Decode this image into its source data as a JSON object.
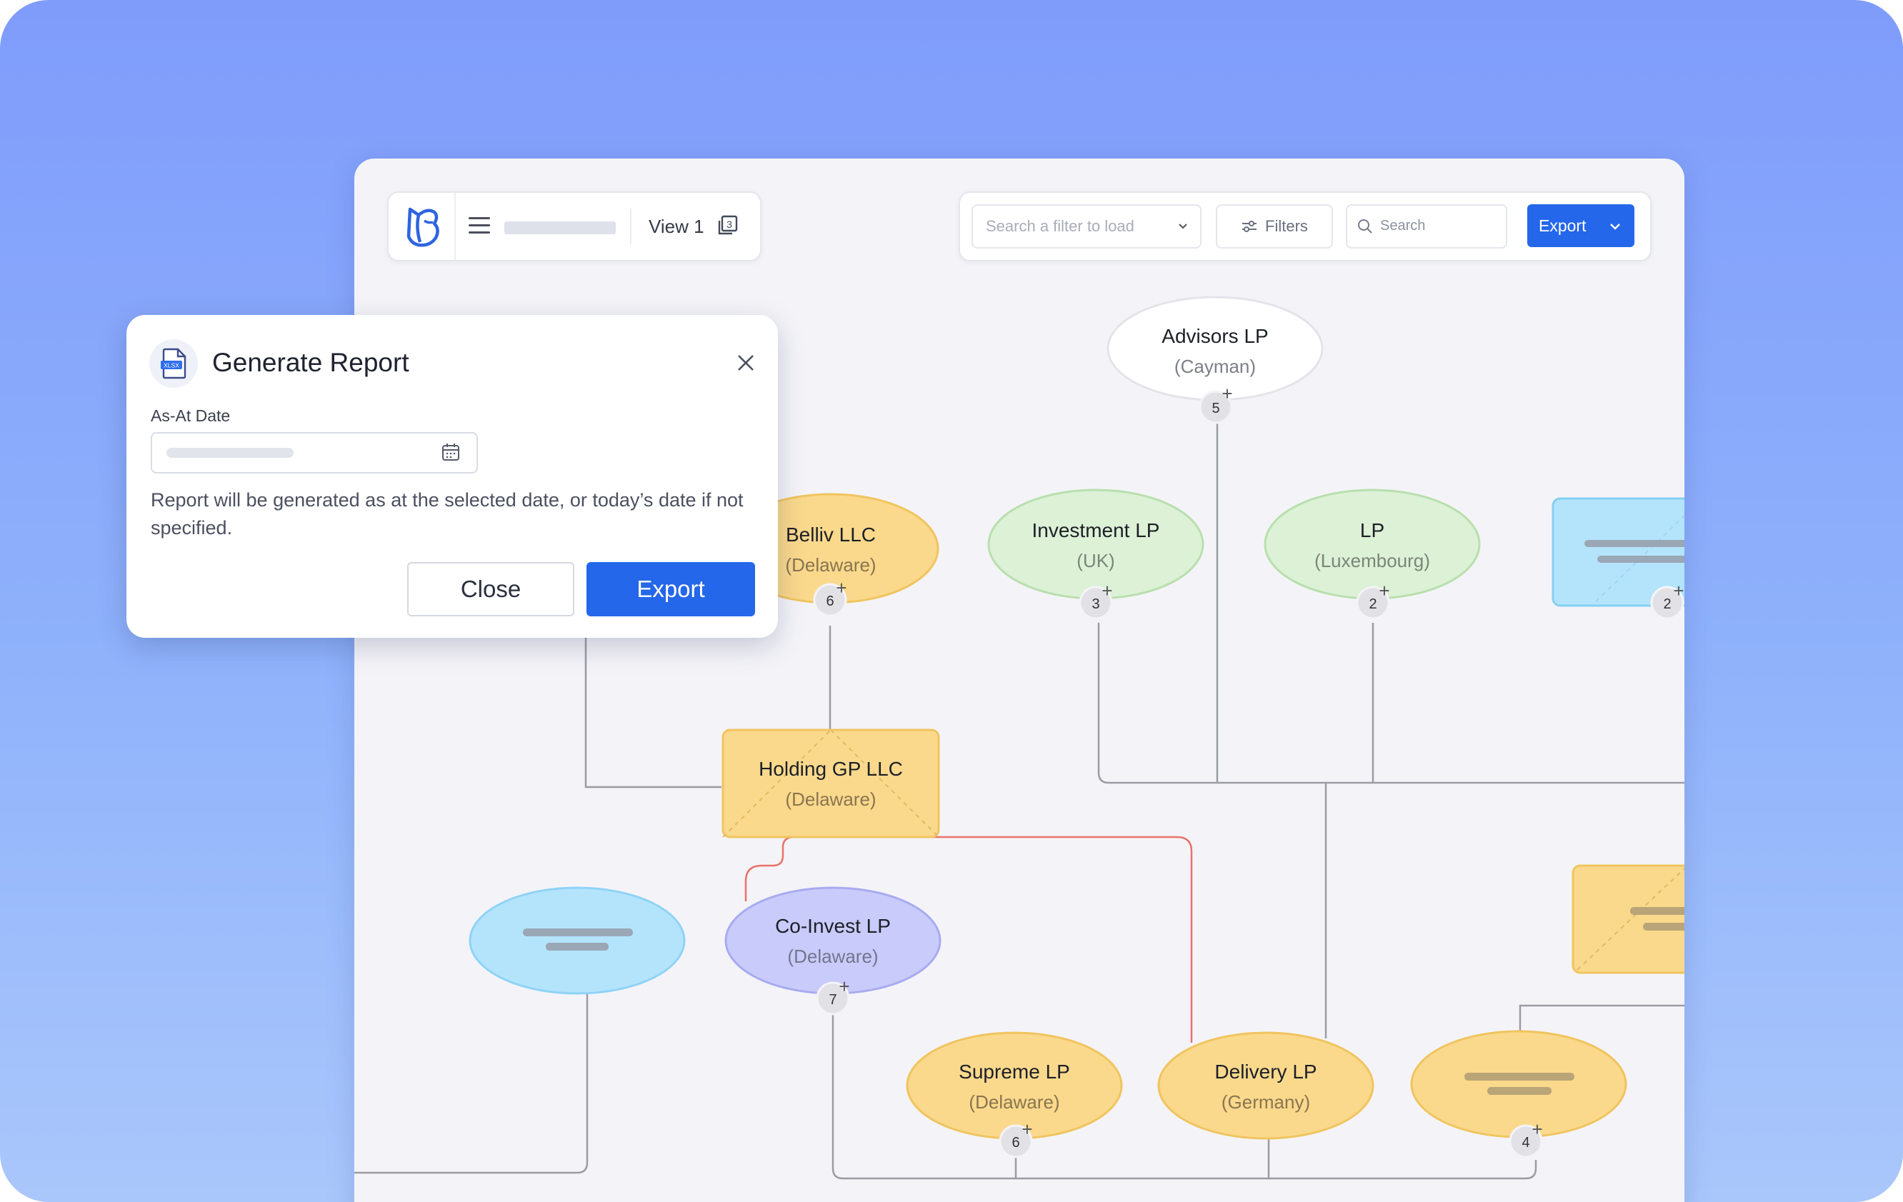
{
  "toolbar": {
    "view_label": "View 1",
    "filter_select_placeholder": "Search a filter to load",
    "filters_label": "Filters",
    "search_placeholder": "Search",
    "export_label": "Export"
  },
  "dialog": {
    "title": "Generate Report",
    "file_badge": "XLSX",
    "date_label": "As-At Date",
    "description": "Report will be generated as at the selected date, or today’s date if not specified.",
    "close_label": "Close",
    "export_label": "Export"
  },
  "colors": {
    "brand_blue": "#2567ea",
    "node_orange": "#fad98c",
    "node_green": "#dcf1d6",
    "node_purple": "#c9cbfa",
    "node_blue": "#b4e4fc",
    "node_white": "#ffffff",
    "link_red": "#e8736a",
    "link_gray": "#9b9ca3"
  },
  "nodes": [
    {
      "id": "advisors",
      "name": "Advisors LP",
      "jurisdiction": "(Cayman)",
      "count": "5",
      "shape": "ellipse",
      "color": "white"
    },
    {
      "id": "belliv",
      "name": "Belliv LLC",
      "jurisdiction": "(Delaware)",
      "count": "6",
      "shape": "ellipse",
      "color": "orange"
    },
    {
      "id": "investment",
      "name": "Investment LP",
      "jurisdiction": "(UK)",
      "count": "3",
      "shape": "ellipse",
      "color": "green"
    },
    {
      "id": "lp",
      "name": "LP",
      "jurisdiction": "(Luxembourg)",
      "count": "2",
      "shape": "ellipse",
      "color": "green"
    },
    {
      "id": "holding",
      "name": "Holding GP LLC",
      "jurisdiction": "(Delaware)",
      "count": "",
      "shape": "rect",
      "color": "orange"
    },
    {
      "id": "coinvest",
      "name": "Co-Invest LP",
      "jurisdiction": "(Delaware)",
      "count": "7",
      "shape": "ellipse",
      "color": "purple"
    },
    {
      "id": "supreme",
      "name": "Supreme LP",
      "jurisdiction": "(Delaware)",
      "count": "6",
      "shape": "ellipse",
      "color": "orange"
    },
    {
      "id": "delivery",
      "name": "Delivery LP",
      "jurisdiction": "(Germany)",
      "count": "",
      "shape": "ellipse",
      "color": "orange"
    },
    {
      "id": "blue-rect",
      "name": "",
      "jurisdiction": "",
      "count": "2",
      "shape": "rect",
      "color": "blue"
    },
    {
      "id": "blue-ellipse",
      "name": "",
      "jurisdiction": "",
      "count": "",
      "shape": "ellipse",
      "color": "blue"
    },
    {
      "id": "orange-rect-right",
      "name": "",
      "jurisdiction": "",
      "count": "",
      "shape": "rect",
      "color": "orange"
    },
    {
      "id": "orange-ellipse-right",
      "name": "",
      "jurisdiction": "",
      "count": "4",
      "shape": "ellipse",
      "color": "orange"
    }
  ]
}
